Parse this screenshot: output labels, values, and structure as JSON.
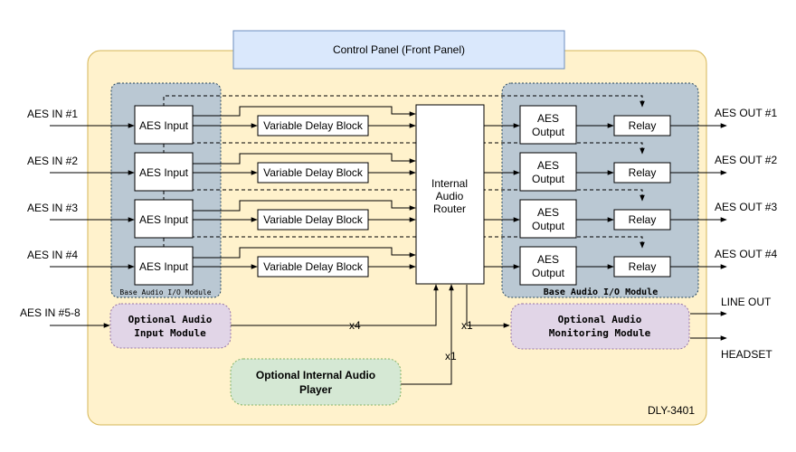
{
  "control_panel": "Control Panel (Front Panel)",
  "device_label": "DLY-3401",
  "inputs": [
    "AES IN #1",
    "AES IN #2",
    "AES IN #3",
    "AES IN #4"
  ],
  "input_extra": "AES IN #5-8",
  "outputs": [
    "AES OUT #1",
    "AES OUT #2",
    "AES OUT #3",
    "AES OUT #4"
  ],
  "line_out": "LINE OUT",
  "headset": "HEADSET",
  "aes_input": "AES Input",
  "delay_block": "Variable Delay Block",
  "router": [
    "Internal",
    "Audio",
    "Router"
  ],
  "aes_output": [
    "AES",
    "Output"
  ],
  "relay": "Relay",
  "base_module_left": "Base Audio I/O Module",
  "base_module_right": "Base Audio I/O Module",
  "opt_input": [
    "Optional Audio",
    "Input Module"
  ],
  "opt_monitor": [
    "Optional Audio",
    "Monitoring Module"
  ],
  "opt_player": [
    "Optional Internal Audio",
    "Player"
  ],
  "mult_x4": "x4",
  "mult_x1_monitor": "x1",
  "mult_x1_player": "x1",
  "colors": {
    "chassis_fill": "#fff2cc",
    "chassis_stroke": "#d6b656",
    "panel_fill": "#dae8fc",
    "panel_stroke": "#6c8ebf",
    "module_fill": "#bac8d3",
    "module_stroke": "#23445d",
    "optional_fill": "#e1d5e7",
    "optional_stroke": "#9673a6",
    "player_fill": "#d5e8d4",
    "player_stroke": "#82b366"
  }
}
